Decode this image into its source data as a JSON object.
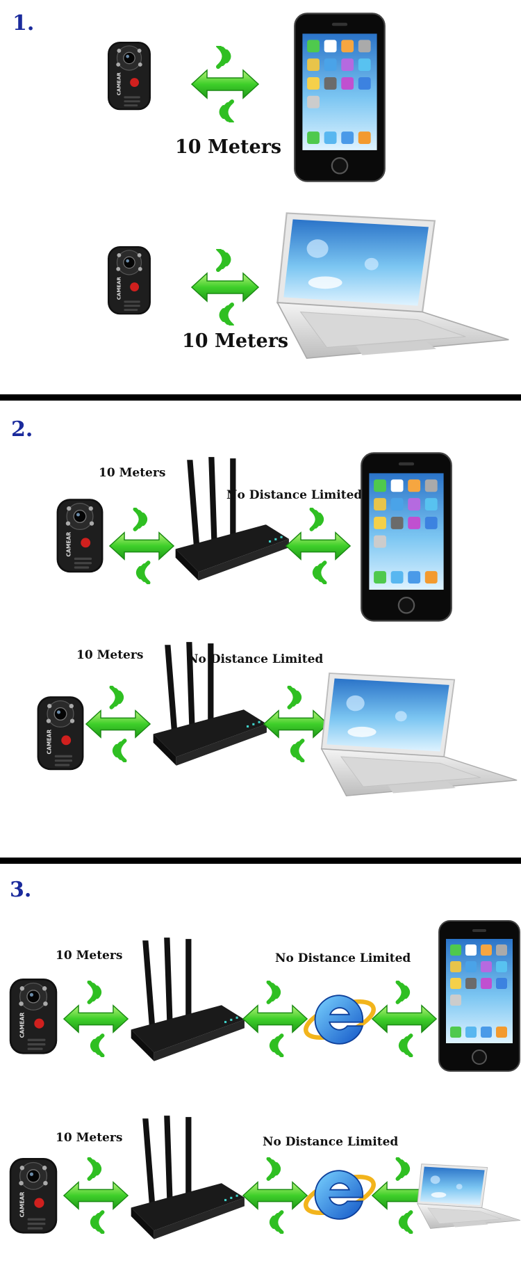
{
  "sections": [
    {
      "number": "1.",
      "rows": [
        {
          "distance": "10 Meters"
        },
        {
          "distance": "10 Meters"
        }
      ]
    },
    {
      "number": "2.",
      "rows": [
        {
          "distance": "10 Meters",
          "limit": "No Distance Limited"
        },
        {
          "distance": "10 Meters",
          "limit": "No Distance Limited"
        }
      ]
    },
    {
      "number": "3.",
      "rows": [
        {
          "distance": "10 Meters",
          "limit": "No Distance Limited"
        },
        {
          "distance": "10 Meters",
          "limit": "No Distance Limited"
        }
      ]
    }
  ],
  "camera_brand": "CAMEAR",
  "colors": {
    "accent_green": "#2fbf22",
    "section_blue": "#1a2a9c",
    "divider": "#000000"
  }
}
